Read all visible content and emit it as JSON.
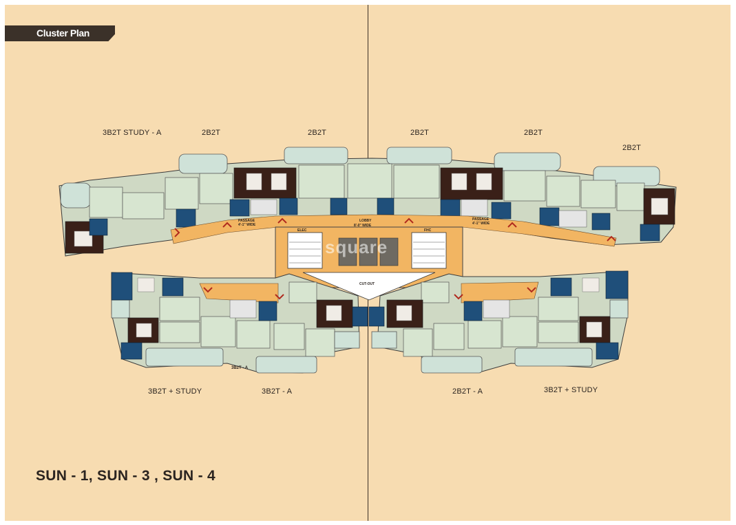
{
  "header": {
    "section_label": "Cluster Plan"
  },
  "unit_labels": {
    "top": [
      "3B2T STUDY - A",
      "2B2T",
      "2B2T",
      "2B2T",
      "2B2T",
      "2B2T"
    ],
    "bottom": [
      "3B2T + STUDY",
      "3B2T - A",
      "2B2T - A",
      "3B2T + STUDY"
    ],
    "small": "3B2T - A"
  },
  "core": {
    "lobby": "LOBBY",
    "lobby_width": "8'-0\" WIDE",
    "passage": "PASSAGE",
    "passage_width": "4'-1\" WIDE",
    "elec": "ELEC",
    "fhc": "FHC",
    "cutout": "CUT-OUT"
  },
  "watermark": "square",
  "towers_title": "SUN - 1, SUN - 3 , SUN - 4",
  "colors": {
    "sheet": "#f7dcb1",
    "ribbon": "#3b3129",
    "corridor": "#f2b562",
    "room_green": "#d7e5d0",
    "room_blue": "#1f4f7a",
    "room_dark": "#3a2018",
    "balcony": "#cfe2d8"
  }
}
